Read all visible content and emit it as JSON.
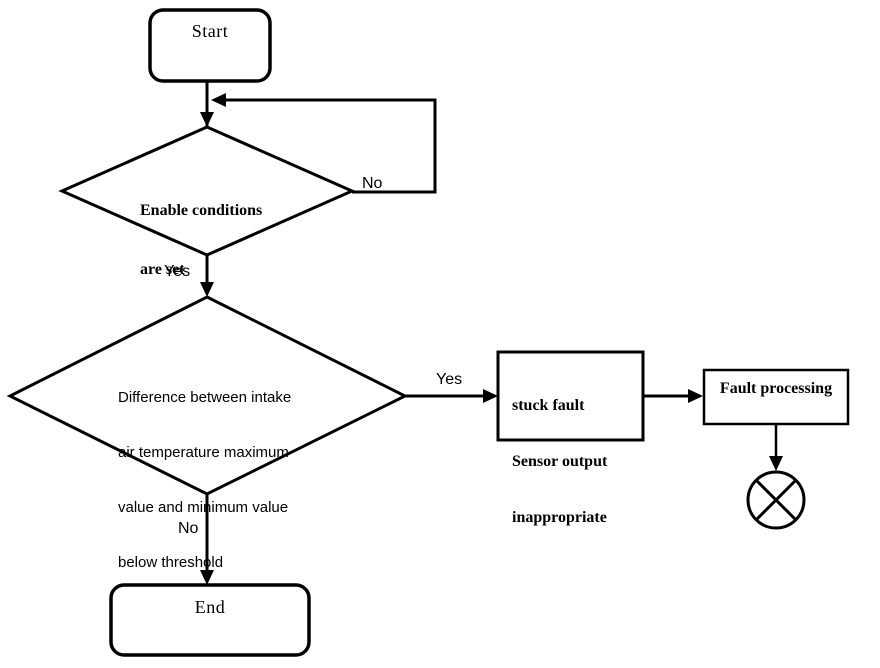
{
  "canvas": {
    "background": "#ffffff",
    "line_color": "#000000"
  },
  "nodes": {
    "start": {
      "label": "Start"
    },
    "decision_enable": {
      "lines": [
        "Enable conditions",
        "are set"
      ]
    },
    "decision_threshold": {
      "lines": [
        "Difference between intake",
        "air temperature maximum",
        "value and minimum value",
        "below threshold"
      ]
    },
    "stuck_fault": {
      "lines": [
        "stuck fault",
        "Sensor output",
        "inappropriate"
      ]
    },
    "fault_processing": {
      "label": "Fault processing"
    },
    "end": {
      "label": "End"
    }
  },
  "edge_labels": {
    "enable_no": "No",
    "enable_yes": "Yes",
    "threshold_yes": "Yes",
    "threshold_no": "No"
  }
}
